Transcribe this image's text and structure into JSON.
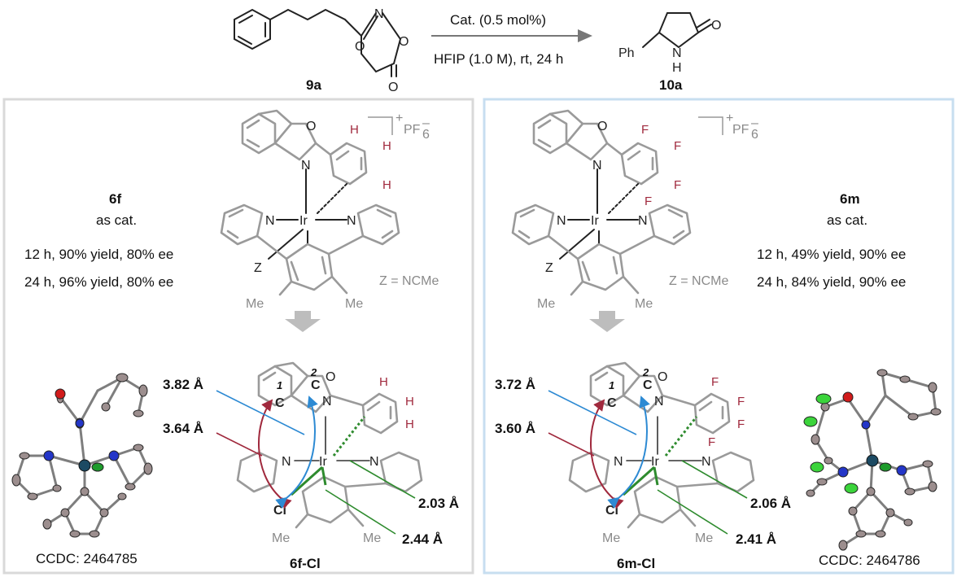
{
  "reaction": {
    "reactant_label": "9a",
    "product_label": "10a",
    "conditions_top": "Cat. (0.5 mol%)",
    "conditions_bottom": "HFIP (1.0 M), rt, 24 h",
    "reactant_atoms": {
      "n": "N",
      "o_ring": "O",
      "o_ring2": "O",
      "o_carbonyl": "O"
    },
    "product_atoms": {
      "o": "O",
      "nh_n": "N",
      "nh_h": "H",
      "ph": "Ph"
    }
  },
  "left_panel": {
    "cat_id": "6f",
    "as_cat": "as cat.",
    "results": [
      "12 h, 90% yield, 80% ee",
      "24 h, 96% yield, 80% ee"
    ],
    "counterion": "PF",
    "counterion_sub": "6",
    "counterion_sup": "–",
    "charge": "+",
    "z_def": "Z = NCMe",
    "atoms": {
      "ir": "Ir",
      "n": "N",
      "o": "O",
      "z": "Z",
      "me": "Me",
      "h": "H"
    },
    "xray_id": "6f-Cl",
    "ccdc": "CCDC: 2464785",
    "distances": [
      "3.82 Å",
      "3.64 Å",
      "2.03 Å",
      "2.44 Å"
    ],
    "xray_atoms": {
      "c": "C",
      "cl": "Cl",
      "num1": "1",
      "num2": "2"
    }
  },
  "right_panel": {
    "cat_id": "6m",
    "as_cat": "as cat.",
    "results": [
      "12 h, 49% yield, 90% ee",
      "24 h, 84% yield, 90% ee"
    ],
    "counterion": "PF",
    "counterion_sub": "6",
    "counterion_sup": "–",
    "charge": "+",
    "z_def": "Z = NCMe",
    "atoms": {
      "ir": "Ir",
      "n": "N",
      "o": "O",
      "z": "Z",
      "me": "Me",
      "f": "F"
    },
    "xray_id": "6m-Cl",
    "ccdc": "CCDC: 2464786",
    "distances": [
      "3.72 Å",
      "3.60 Å",
      "2.06 Å",
      "2.41 Å"
    ],
    "xray_atoms": {
      "c": "C",
      "cl": "Cl",
      "num1": "1",
      "num2": "2"
    }
  },
  "colors": {
    "left_frame": "#d9d9d9",
    "right_frame": "#c7def0",
    "red_curve": "#a0293d",
    "blue_curve": "#2d8ad3",
    "green_line": "#2e8b2e"
  }
}
